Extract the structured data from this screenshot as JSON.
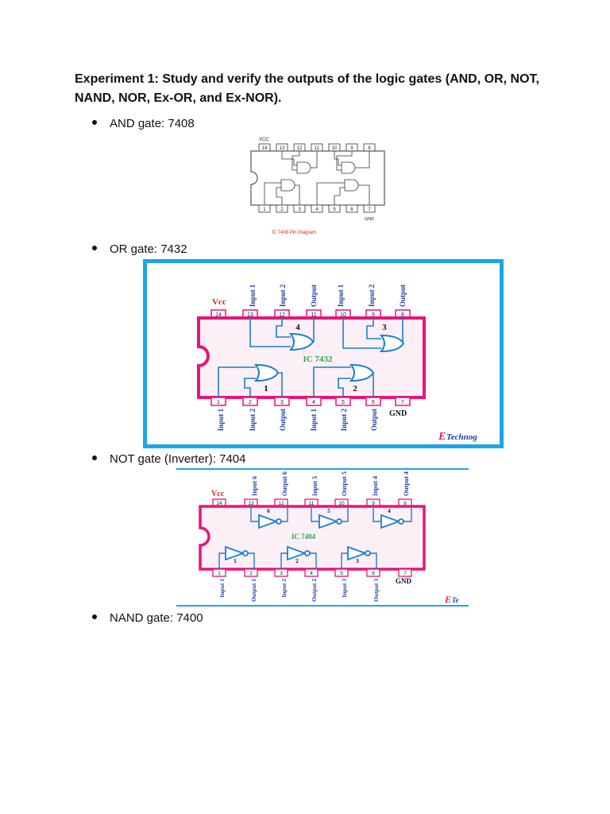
{
  "heading": "Experiment 1: Study and verify the outputs of the logic gates (AND, OR, NOT, NAND, NOR, Ex-OR, and Ex-NOR).",
  "bullets": {
    "and": "AND gate: 7408",
    "or": "OR gate: 7432",
    "not": "NOT gate (Inverter): 7404",
    "nand": "NAND gate: 7400"
  },
  "fig7408": {
    "vcc": "VCC",
    "gnd": "GND",
    "caption": "IC 7408 Pin Diagram",
    "top_pins": [
      "14",
      "13",
      "12",
      "11",
      "10",
      "9",
      "8"
    ],
    "bottom_pins": [
      "1",
      "2",
      "3",
      "4",
      "5",
      "6",
      "7"
    ],
    "caption_color": "#e0221c"
  },
  "fig7432": {
    "vcc": "Vcc",
    "gnd": "GND",
    "chip_label": "IC 7432",
    "top_pins": [
      "14",
      "13",
      "12",
      "11",
      "10",
      "9",
      "8"
    ],
    "bottom_pins": [
      "1",
      "2",
      "3",
      "4",
      "5",
      "6",
      "7"
    ],
    "top_labels": [
      "Input 1",
      "Input 2",
      "Output",
      "Input 1",
      "Input 2",
      "Output"
    ],
    "bottom_labels": [
      "Input 1",
      "Input 2",
      "Output",
      "Input 1",
      "Input 2",
      "Output"
    ],
    "gate_numbers": [
      "4",
      "3",
      "1",
      "2"
    ],
    "brand": "Technog",
    "brand_mark": "E",
    "frame_color": "#1aa6e8",
    "chip_color": "#e8147a",
    "gate_color": "#1a7fd4",
    "label_color": "#1b3fa8",
    "chip_label_color": "#2aa84a"
  },
  "fig7404": {
    "vcc": "Vcc",
    "gnd": "GND",
    "chip_label": "IC 7404",
    "top_pins": [
      "14",
      "13",
      "12",
      "11",
      "10",
      "9",
      "8"
    ],
    "bottom_pins": [
      "1",
      "2",
      "3",
      "4",
      "5",
      "6",
      "7"
    ],
    "top_labels": [
      "Input 6",
      "Output 6",
      "Input 5",
      "Output 5",
      "Input 4",
      "Output 4"
    ],
    "bottom_labels": [
      "Input 1",
      "Output 1",
      "Input 2",
      "Output 2",
      "Input 3",
      "Output 3"
    ],
    "gate_numbers": [
      "6",
      "5",
      "4",
      "1",
      "2",
      "3"
    ],
    "brand": "Te",
    "brand_mark": "E"
  }
}
